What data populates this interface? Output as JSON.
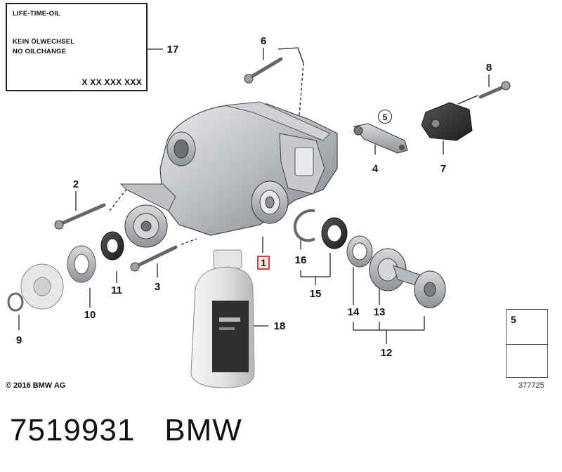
{
  "info_label": {
    "line1": "LIFE-TIME-OIL",
    "line2": "KEIN ÖLWECHSEL",
    "line3": "NO OILCHANGE",
    "part_number": "X XX XXX XXX"
  },
  "callouts": {
    "n1": "1",
    "n2": "2",
    "n3": "3",
    "n4": "4",
    "n5": "5",
    "n6": "6",
    "n7": "7",
    "n8": "8",
    "n9": "9",
    "n10": "10",
    "n11": "11",
    "n12": "12",
    "n13": "13",
    "n14": "14",
    "n15": "15",
    "n16": "16",
    "n17": "17",
    "n18": "18"
  },
  "reference_panel": {
    "item": "5"
  },
  "copyright": "© 2016 BMW AG",
  "diagram_id": "377725",
  "caption": {
    "part_number": "7519931",
    "brand": "BMW"
  },
  "colors": {
    "highlight_border": "#e23b3b",
    "highlight_fill": "#fde6e6"
  }
}
